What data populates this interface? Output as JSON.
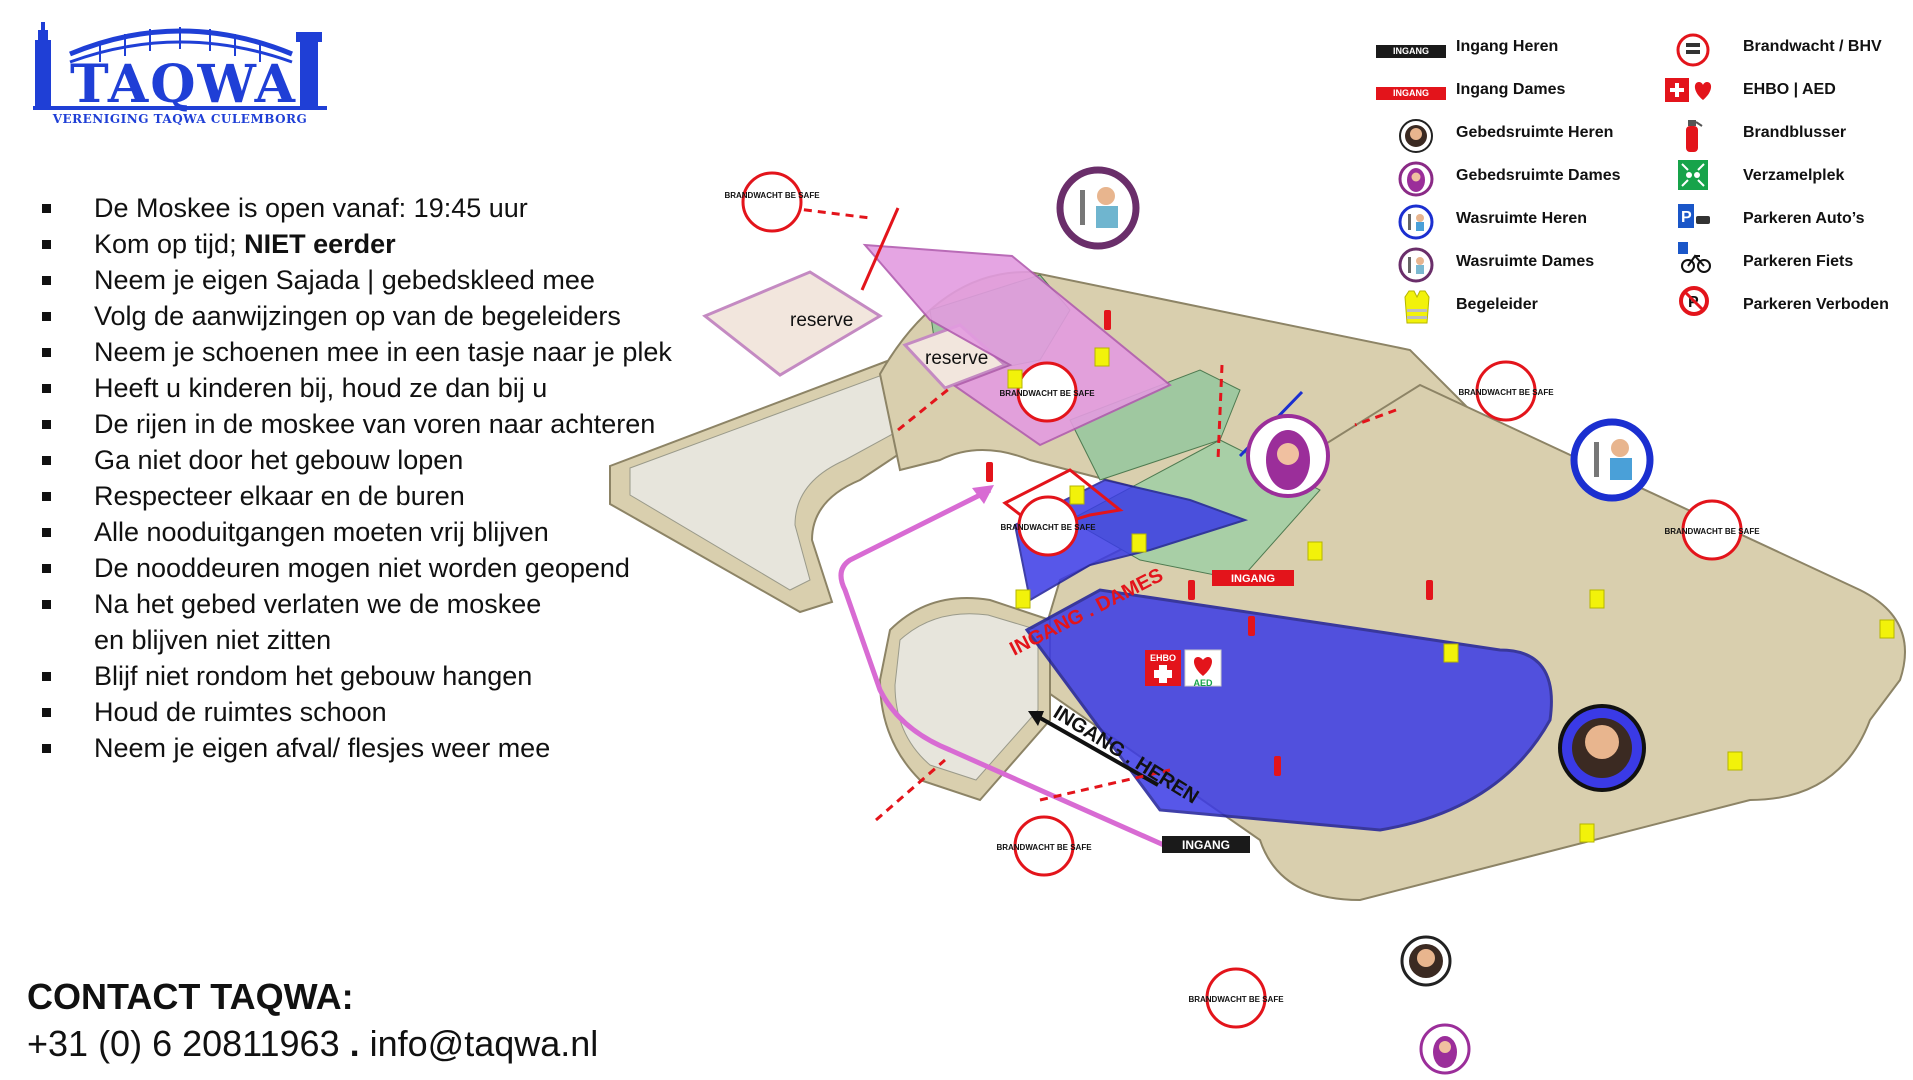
{
  "logo": {
    "name": "TAQWA",
    "subtitle": "VERENIGING TAQWA CULEMBORG"
  },
  "rules": [
    {
      "text": "De Moskee is open vanaf: 19:45 uur"
    },
    {
      "text": "Kom op tijd; ",
      "bold": "NIET eerder"
    },
    {
      "text": "Neem je eigen Sajada | gebedskleed mee"
    },
    {
      "text": "Volg de aanwijzingen op van de begeleiders"
    },
    {
      "text": "Neem je schoenen mee in een tasje naar je plek"
    },
    {
      "text": "Heeft u kinderen bij, houd ze dan bij u"
    },
    {
      "text": "De rijen in de moskee van voren naar achteren"
    },
    {
      "text": "Ga niet door het gebouw lopen"
    },
    {
      "text": "Respecteer elkaar en de buren"
    },
    {
      "text": "Alle nooduitgangen moeten vrij blijven"
    },
    {
      "text": "De nooddeuren mogen niet worden geopend"
    },
    {
      "text": "Na het gebed verlaten we de moskee",
      "continuation": "en blijven niet zitten"
    },
    {
      "text": "Blijf niet rondom het gebouw hangen"
    },
    {
      "text": "Houd de ruimtes schoon"
    },
    {
      "text": "Neem je eigen afval/ flesjes weer mee"
    }
  ],
  "contact": {
    "title": "CONTACT TAQWA:",
    "phone": "+31 (0) 6 20811963",
    "separator": " . ",
    "email": "info@taqwa.nl"
  },
  "legend": {
    "left": [
      {
        "label": "Ingang Heren",
        "icon": "entrance-black-tag",
        "tag": "INGANG"
      },
      {
        "label": "Ingang Dames",
        "icon": "entrance-red-tag",
        "tag": "INGANG"
      },
      {
        "label": "Gebedsruimte Heren",
        "icon": "man-prayer-icon"
      },
      {
        "label": "Gebedsruimte Dames",
        "icon": "woman-prayer-icon"
      },
      {
        "label": "Wasruimte Heren",
        "icon": "men-wash-icon"
      },
      {
        "label": "Wasruimte Dames",
        "icon": "women-wash-icon"
      },
      {
        "label": "Begeleider",
        "icon": "safety-vest-icon"
      }
    ],
    "right": [
      {
        "label": "Brandwacht / BHV",
        "icon": "fire-watch-icon"
      },
      {
        "label": "EHBO | AED",
        "icon": "first-aid-aed-icon"
      },
      {
        "label": "Brandblusser",
        "icon": "fire-extinguisher-icon"
      },
      {
        "label": "Verzamelplek",
        "icon": "assembly-point-icon"
      },
      {
        "label": "Parkeren Auto’s",
        "icon": "car-parking-icon"
      },
      {
        "label": "Parkeren Fiets",
        "icon": "bike-parking-icon"
      },
      {
        "label": "Parkeren Verboden",
        "icon": "no-parking-icon"
      }
    ]
  },
  "map": {
    "room_labels": {
      "reserve_1": "reserve",
      "reserve_2": "reserve"
    },
    "entrance_dames_route": "INGANG . DAMES",
    "entrance_heren_route": "INGANG . HEREN",
    "entrance_tag_dames": "INGANG",
    "entrance_tag_heren": "INGANG",
    "fire_watch_badge": "BRANDWACHT BE SAFE",
    "ehbo_label": "EHBO",
    "aed_label": "AED",
    "colors": {
      "men_area": "#3a3ae6",
      "women_area": "#e39ce0",
      "wall": "#cfc3a0",
      "accent_red": "#e3141b",
      "route_pink": "#d86bd3",
      "vest_yellow": "#f2f20a",
      "logo_blue": "#1f3fd6"
    }
  }
}
